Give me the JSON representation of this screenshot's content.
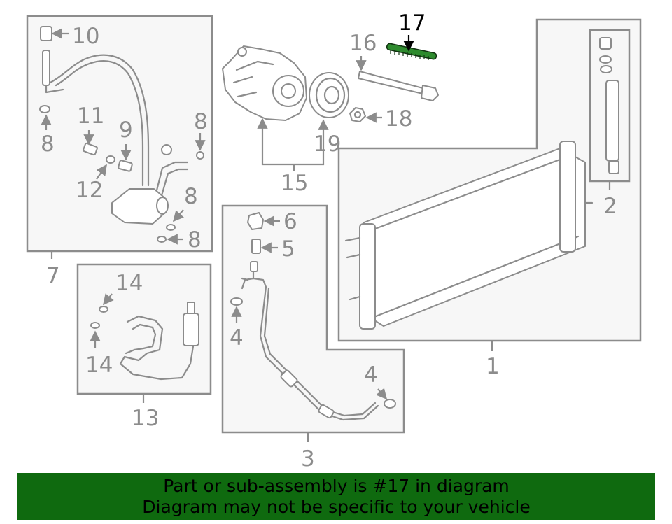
{
  "callouts": {
    "c1": "1",
    "c2": "2",
    "c3": "3",
    "c4a": "4",
    "c4b": "4",
    "c5": "5",
    "c6": "6",
    "c7": "7",
    "c8a": "8",
    "c8b": "8",
    "c8c": "8",
    "c8d": "8",
    "c9": "9",
    "c10": "10",
    "c11": "11",
    "c12": "12",
    "c13": "13",
    "c14a": "14",
    "c14b": "14",
    "c15": "15",
    "c16": "16",
    "c17": "17",
    "c18": "18",
    "c19": "19"
  },
  "highlight": {
    "part": "17",
    "color": "#2e8b2e"
  },
  "banner": {
    "line1": "Part or sub-assembly is #17 in diagram",
    "line2": "Diagram may not be specific to your vehicle",
    "color": "#0f6a0f"
  }
}
